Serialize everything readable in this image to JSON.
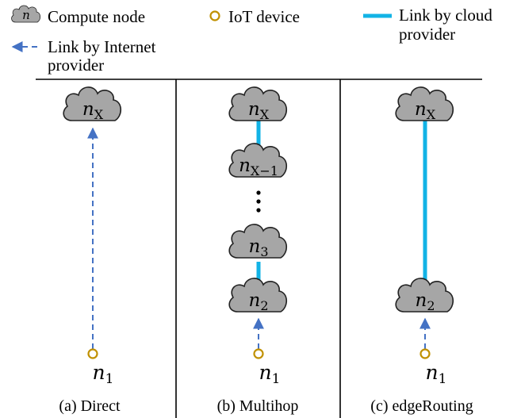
{
  "legend": {
    "compute_node_symbol": "n",
    "compute_node": "Compute node",
    "iot_device": "IoT device",
    "cloud_link_line1": "Link by cloud",
    "cloud_link_line2": "provider",
    "internet_link_line1": "Link by Internet",
    "internet_link_line2": "provider"
  },
  "colors": {
    "cloud_fill": "#a6a6a6",
    "cloud_stroke": "#222222",
    "cloud_link": "#12b3e6",
    "internet_link": "#4472c4",
    "iot_device": "#c09000",
    "divider": "#000000"
  },
  "panels": [
    {
      "caption": "(a) Direct",
      "nodes": [
        {
          "base": "n",
          "sub": "X"
        }
      ],
      "device": {
        "base": "n",
        "sub": "1"
      }
    },
    {
      "caption": "(b) Multihop",
      "nodes": [
        {
          "base": "n",
          "sub": "X"
        },
        {
          "base": "n",
          "sub": "X−1"
        },
        {
          "base": "n",
          "sub": "3"
        },
        {
          "base": "n",
          "sub": "2"
        }
      ],
      "device": {
        "base": "n",
        "sub": "1"
      }
    },
    {
      "caption": "(c) edgeRouting",
      "nodes": [
        {
          "base": "n",
          "sub": "X"
        },
        {
          "base": "n",
          "sub": "2"
        }
      ],
      "device": {
        "base": "n",
        "sub": "1"
      }
    }
  ]
}
